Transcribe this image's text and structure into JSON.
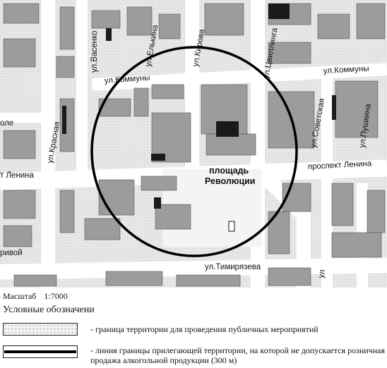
{
  "map": {
    "streets": {
      "vasenko": "ул.Васенко",
      "elkina": "ул.Елькина",
      "kirova": "ул.Кирова",
      "tsvillinga": "ул.Цвиллинга",
      "kommuny_left": "ул.Коммуны",
      "kommuny_right": "ул.Коммуны",
      "sovetskaya": "ул.Советская",
      "pushkina": "ул.Пушкина",
      "lenina_right": "проспект Ленина",
      "lenina_left": "т Ленина",
      "krasnaya": "ул.Красная",
      "ole": "оле",
      "krivoy": "ривой",
      "timiryazeva": "ул.Тимирязева",
      "bottom_right": "ул"
    },
    "square_line1": "площадь",
    "square_line2": "Революции",
    "circle_radius_note": "300 м"
  },
  "scale": {
    "label": "Масштаб",
    "value": "1:7000"
  },
  "legend": {
    "title": "Условные обозначени",
    "items": [
      {
        "style": "dotted-area",
        "text": "- граница территории для проведения публичных мероприятий"
      },
      {
        "style": "thick-line",
        "text": "- линия границы прилегающей территории, на которой не допускается розничная продажа алкогольной продукции (300 м)"
      }
    ]
  },
  "colors": {
    "map_bg": "#e6e6e6",
    "building": "#9a9a9a",
    "building_dark": "#1a1a1a",
    "street": "#ffffff",
    "boundary": "#000000"
  }
}
